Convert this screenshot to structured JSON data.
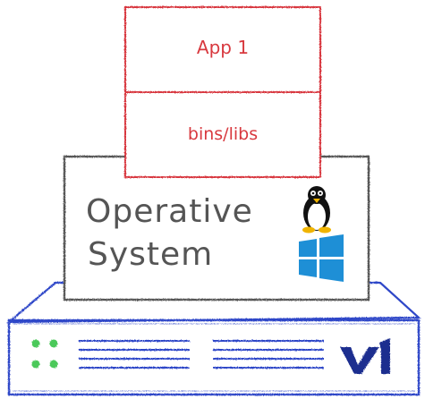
{
  "diagram": {
    "app_layer": {
      "app_label": "App 1",
      "libs_label": "bins/libs"
    },
    "os_layer": {
      "label_line1": "Operative",
      "label_line2": "System",
      "icons": [
        "linux-tux-icon",
        "windows-logo-icon"
      ]
    },
    "server_layer": {
      "icons": [
        "status-leds-icon",
        "brand-logo-icon"
      ]
    },
    "colors": {
      "app": "#d8393f",
      "os": "#555555",
      "server": "#2f46c8",
      "windows": "#1e8fd6",
      "leds": "#4cc95a",
      "brand": "#1f2f8f"
    }
  }
}
